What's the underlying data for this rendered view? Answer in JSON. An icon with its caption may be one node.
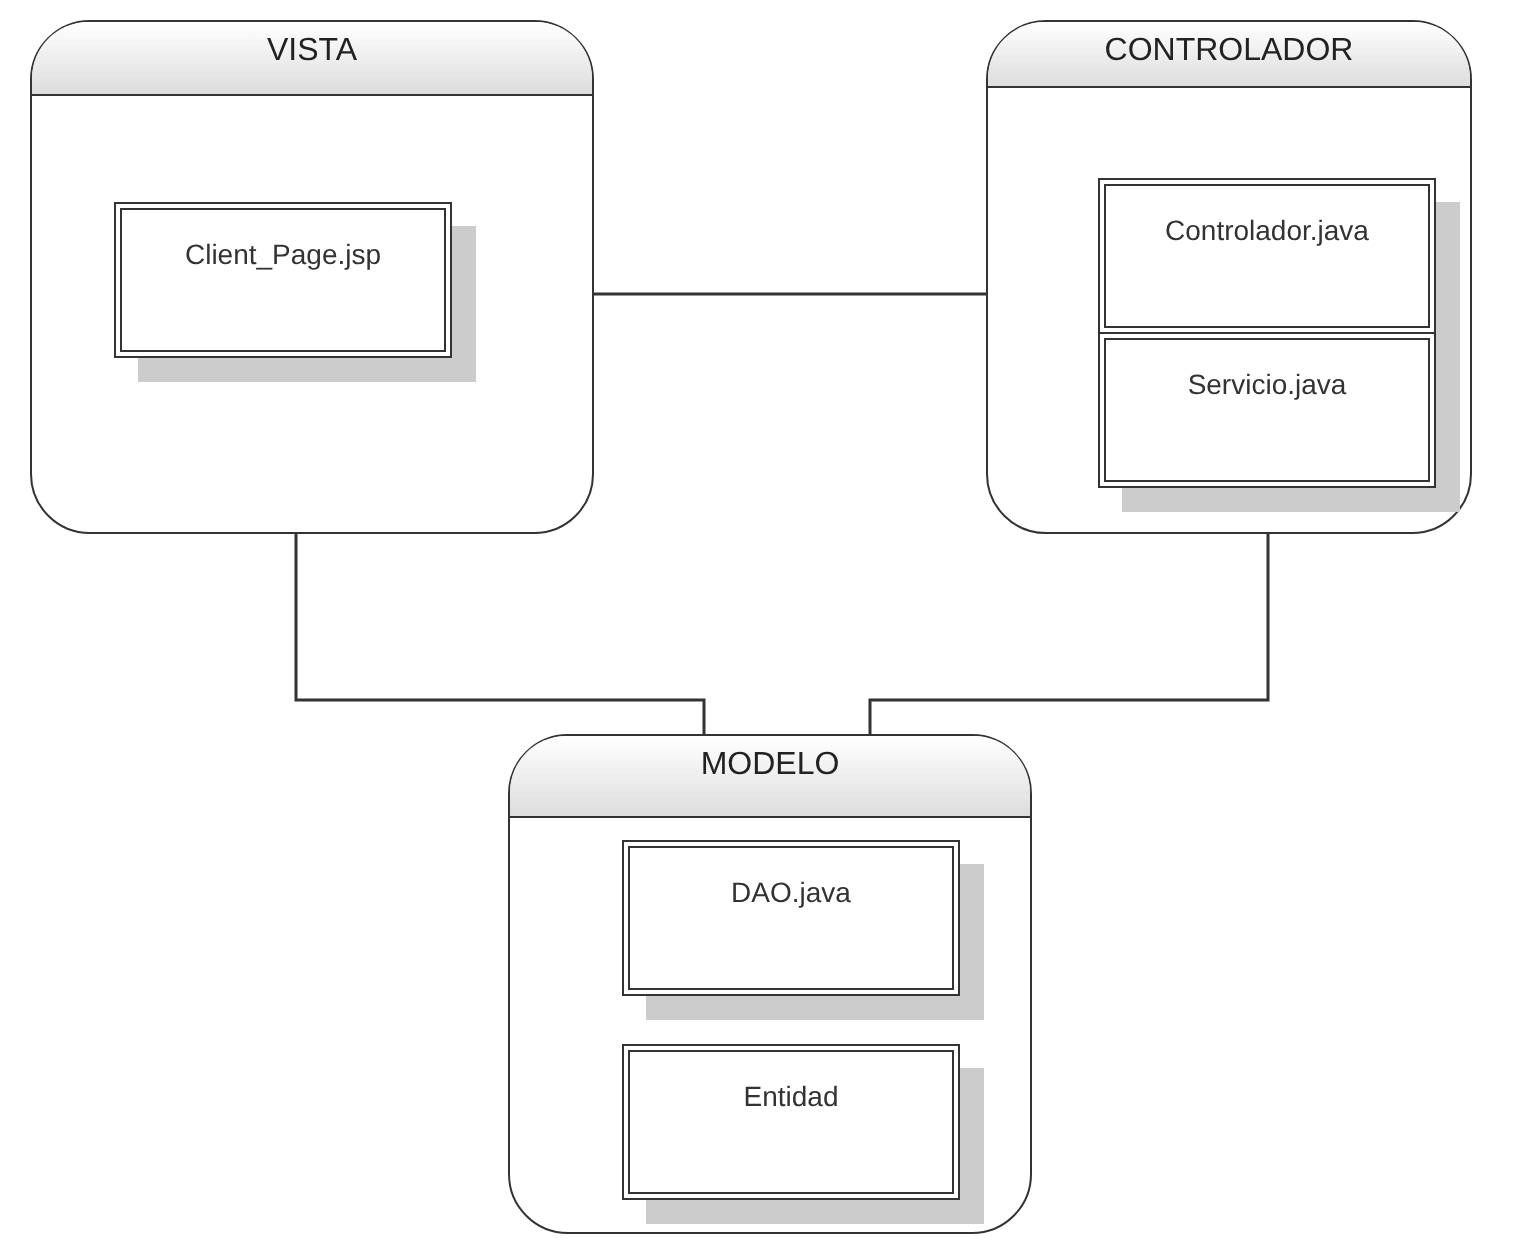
{
  "diagram": {
    "nodes": [
      {
        "text": [
          "VISTA"
        ]
      },
      {
        "text": [
          "Client_Page.jsp"
        ],
        "in": 0
      },
      {
        "text": [
          "CONTROLADOR"
        ]
      },
      {
        "text": [
          "Controlador.java"
        ],
        "in": 2
      },
      {
        "text": [
          "Servicio.java"
        ],
        "in": 2
      },
      {
        "text": [
          "MODELO"
        ]
      },
      {
        "text": [
          "DAO.java"
        ],
        "in": 5
      },
      {
        "text": [
          "Entidad"
        ],
        "in": 5
      }
    ],
    "edges": [
      {
        "from": 0,
        "to": 2,
        "arrow": "none"
      },
      {
        "from": 0,
        "to": 5,
        "arrow": "none"
      },
      {
        "from": 2,
        "to": 5,
        "arrow": "none"
      }
    ]
  }
}
